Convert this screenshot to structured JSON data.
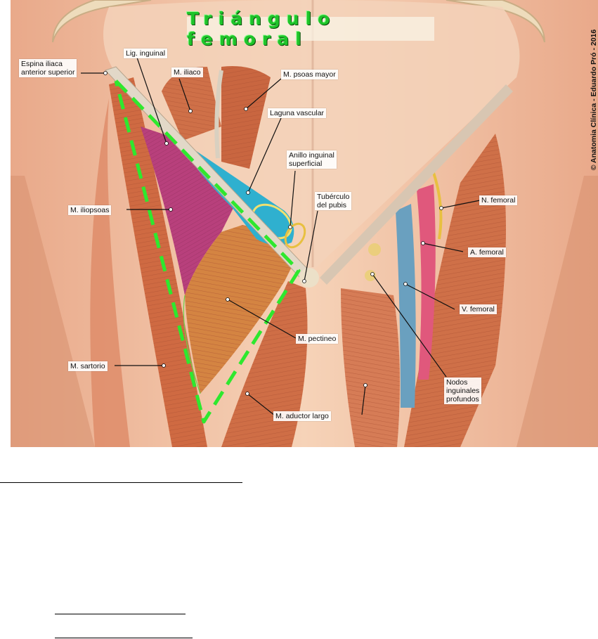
{
  "title": "Triángulo femoral",
  "copyright": "© Anatomia Clínica - Eduardo Pró - 2016",
  "labels": {
    "espina": "Espina iliaca\nanterior superior",
    "lig_inguinal": "Lig. inguinal",
    "m_iliaco": "M. iliaco",
    "m_psoas": "M. psoas mayor",
    "laguna": "Laguna vascular",
    "anillo": "Anillo inguinal\nsuperficial",
    "tuberculo": "Tubérculo\ndel pubis",
    "m_iliopsoas": "M. iliopsoas",
    "n_femoral": "N. femoral",
    "a_femoral": "A. femoral",
    "v_femoral": "V. femoral",
    "m_pectineo": "M. pectineo",
    "nodos": "Nodos\ninguinales\nprofundos",
    "m_sartorio": "M. sartorio",
    "m_aductor": "M. aductor largo"
  },
  "colors": {
    "triangle_outline": "#2ee82e",
    "iliopsoas": "#b8407c",
    "laguna_vascular": "#2fb0cf",
    "femoral_artery": "#e0587c",
    "femoral_vein": "#6aa0bf",
    "femoral_nerve": "#e8c040",
    "skin": "#f1c5a4",
    "muscle": "#cf7048"
  }
}
